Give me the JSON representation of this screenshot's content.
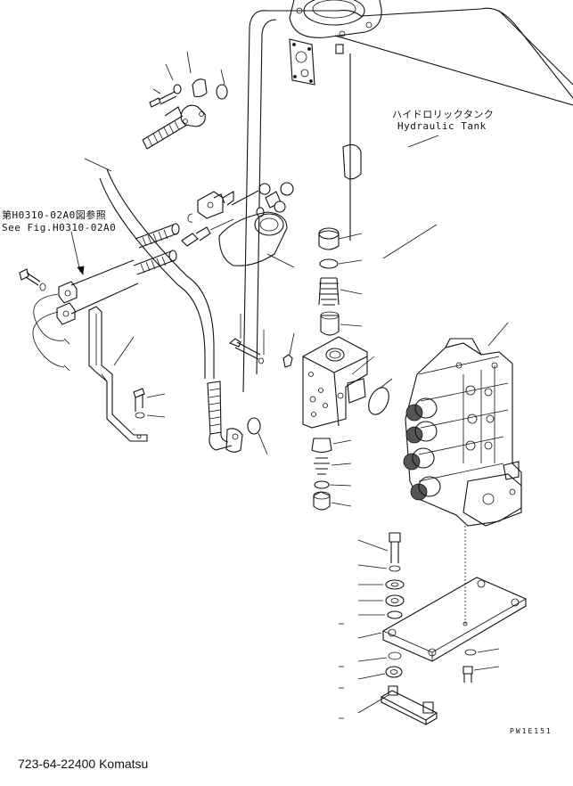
{
  "drawing": {
    "ref_jp": "第H0310-02A0図参照",
    "ref_en": "See Fig.H0310-02A0",
    "tank_jp": "ハイドロリックタンク",
    "tank_en": "Hydraulic Tank",
    "drawing_code": "PW1E151"
  },
  "caption": "723-64-22400 Komatsu"
}
